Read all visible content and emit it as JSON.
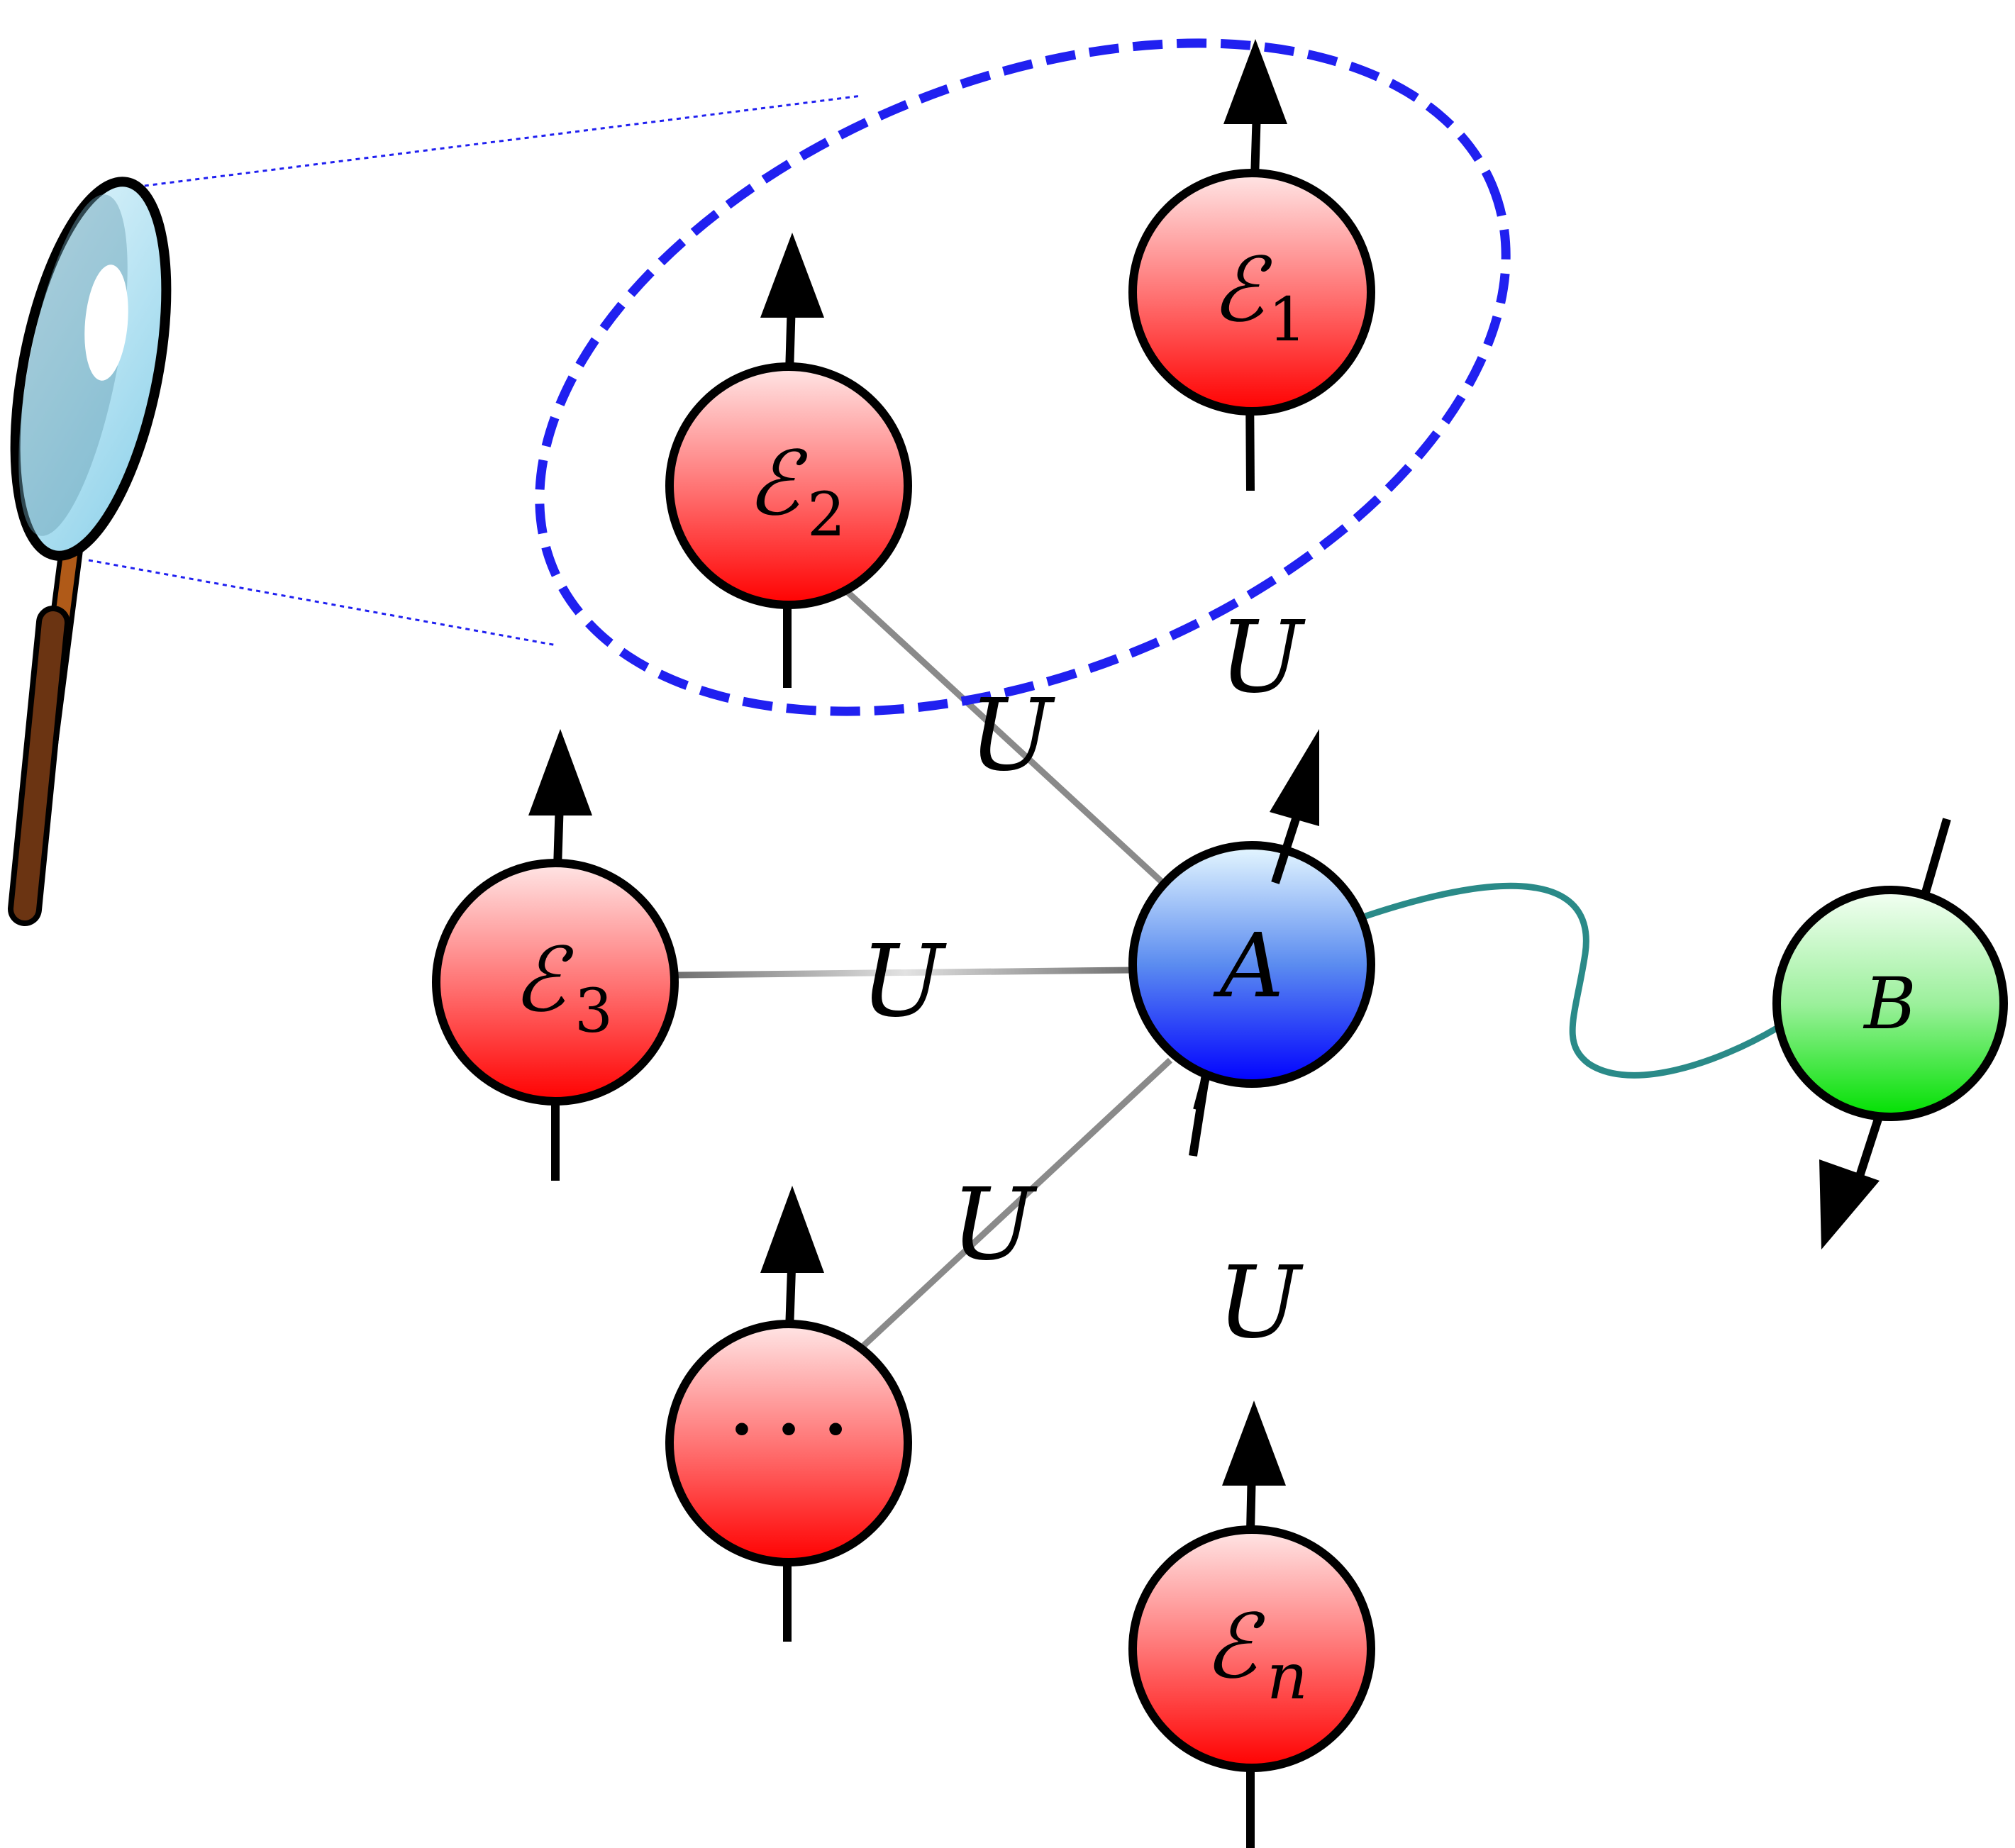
{
  "nodes": {
    "e1": {
      "symbol": "ℰ",
      "sub": "1"
    },
    "e2": {
      "symbol": "ℰ",
      "sub": "2"
    },
    "e3": {
      "symbol": "ℰ",
      "sub": "3"
    },
    "edots": {
      "symbol": "· · ·"
    },
    "en": {
      "symbol": "ℰ",
      "sub": "n"
    },
    "a": {
      "symbol": "A"
    },
    "b": {
      "symbol": "B"
    }
  },
  "couplings": {
    "e1": "U",
    "e2": "U",
    "e3": "U",
    "edots": "U",
    "en": "U"
  },
  "colors": {
    "environment_node": "#ff1a1a",
    "system_a": "#1a3cff",
    "system_b": "#2eea2e",
    "measured_region": "#2020f0",
    "entanglement_link": "#2a8a88",
    "magnifier_lens": "#a8def0",
    "magnifier_handle": "#6b3412"
  }
}
